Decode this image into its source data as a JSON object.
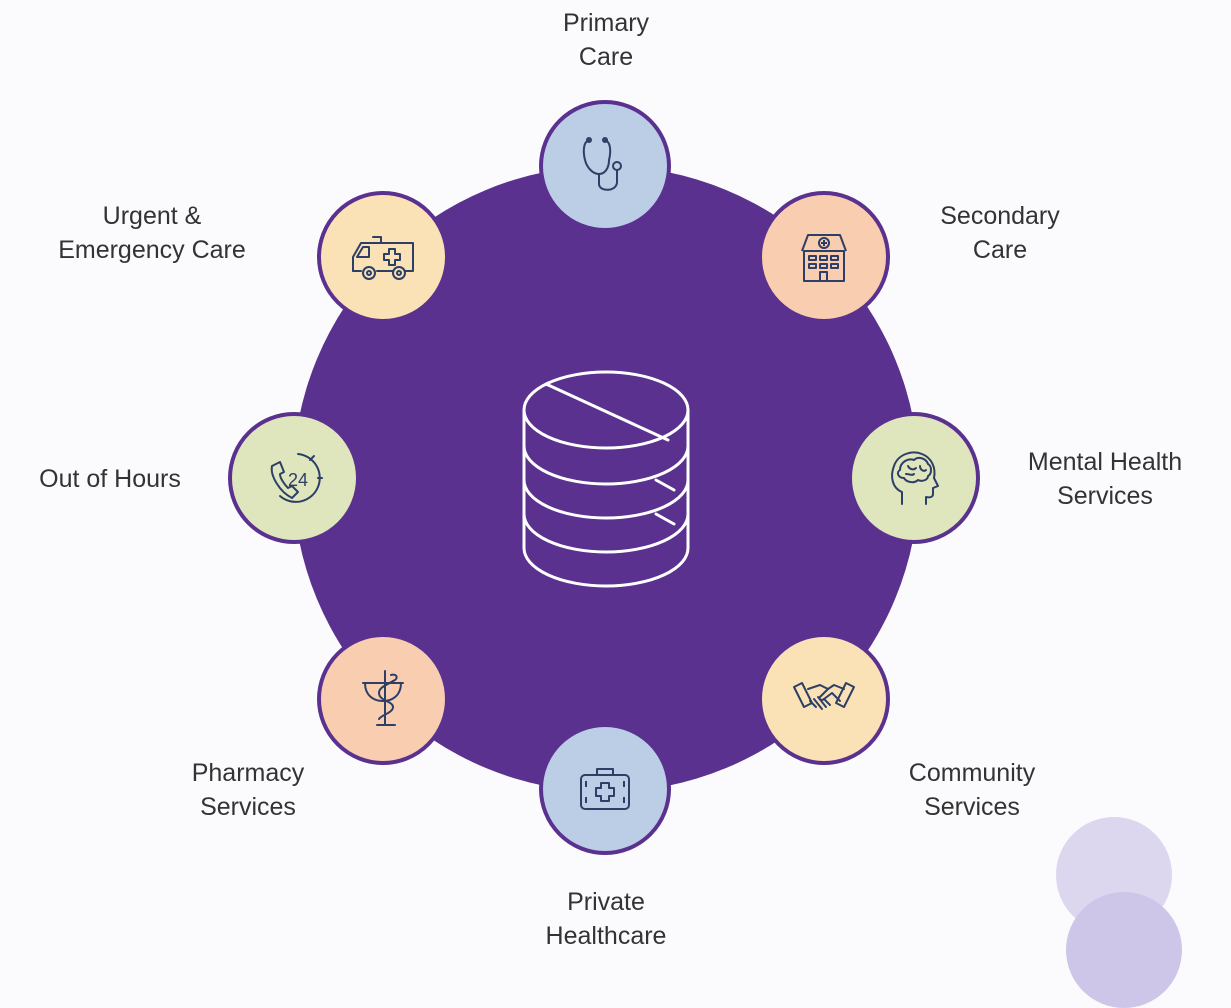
{
  "colors": {
    "hub": "#5a318f",
    "node_border": "#5a318f",
    "icon_stroke": "#2d3f66",
    "label_text": "#333333"
  },
  "center": {
    "icon": "database-icon"
  },
  "nodes": [
    {
      "key": "primary-care",
      "label": "Primary\nCare",
      "icon": "stethoscope-icon",
      "fill": "#bccde6"
    },
    {
      "key": "secondary-care",
      "label": "Secondary\nCare",
      "icon": "hospital-icon",
      "fill": "#f9cdb0"
    },
    {
      "key": "mental-health-services",
      "label": "Mental Health\nServices",
      "icon": "brain-head-icon",
      "fill": "#dfe5bd"
    },
    {
      "key": "community-services",
      "label": "Community\nServices",
      "icon": "handshake-icon",
      "fill": "#fbe2b6"
    },
    {
      "key": "private-healthcare",
      "label": "Private\nHealthcare",
      "icon": "medical-kit-icon",
      "fill": "#bccde6"
    },
    {
      "key": "pharmacy-services",
      "label": "Pharmacy\nServices",
      "icon": "pharmacy-bowl-icon",
      "fill": "#f9cdb0"
    },
    {
      "key": "out-of-hours",
      "label": "Out of Hours",
      "icon": "phone-24-icon",
      "fill": "#dfe5bd"
    },
    {
      "key": "urgent-emergency-care",
      "label": "Urgent &\nEmergency Care",
      "icon": "ambulance-icon",
      "fill": "#fbe2b6"
    }
  ]
}
